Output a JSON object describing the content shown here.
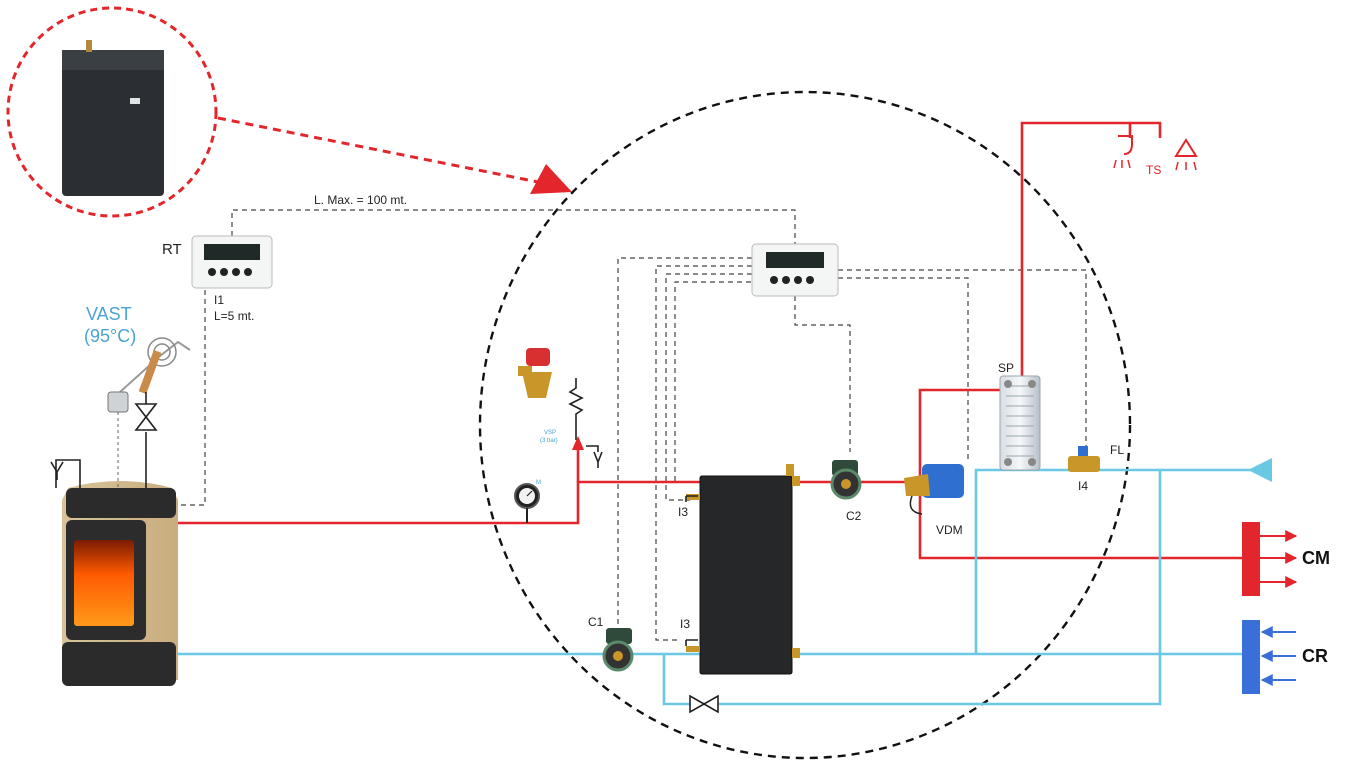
{
  "labels": {
    "rt": "RT",
    "cable_length_max": "L. Max. = 100 mt.",
    "i1": "I1",
    "i1_length": "L=5 mt.",
    "vast": "VAST",
    "vast_temp": "(95°C)",
    "vsp": "VSP",
    "vsp_pressure": "(3 bar)",
    "manometer": "M",
    "i3_top": "I3",
    "i3_bottom": "I3",
    "c1": "C1",
    "c2": "C2",
    "vdm": "VDM",
    "sp": "SP",
    "fl": "FL",
    "i4": "I4",
    "ts": "TS",
    "cm": "CM",
    "cr": "CR"
  },
  "colors": {
    "hot_line": "#e3262b",
    "cold_line": "#69c8e3",
    "flow_manifold": "#e3262b",
    "return_manifold": "#3b6fd8",
    "highlight_circle": "#e3262b"
  },
  "icons": {
    "boiler": "boiler-icon",
    "stove": "pellet-stove-icon",
    "controller": "thermostat-controller-icon",
    "pump": "circulator-pump-icon",
    "valve": "gate-valve-icon",
    "heat_exchanger": "plate-heat-exchanger-icon",
    "tap": "tap-icon",
    "shower": "shower-icon"
  }
}
